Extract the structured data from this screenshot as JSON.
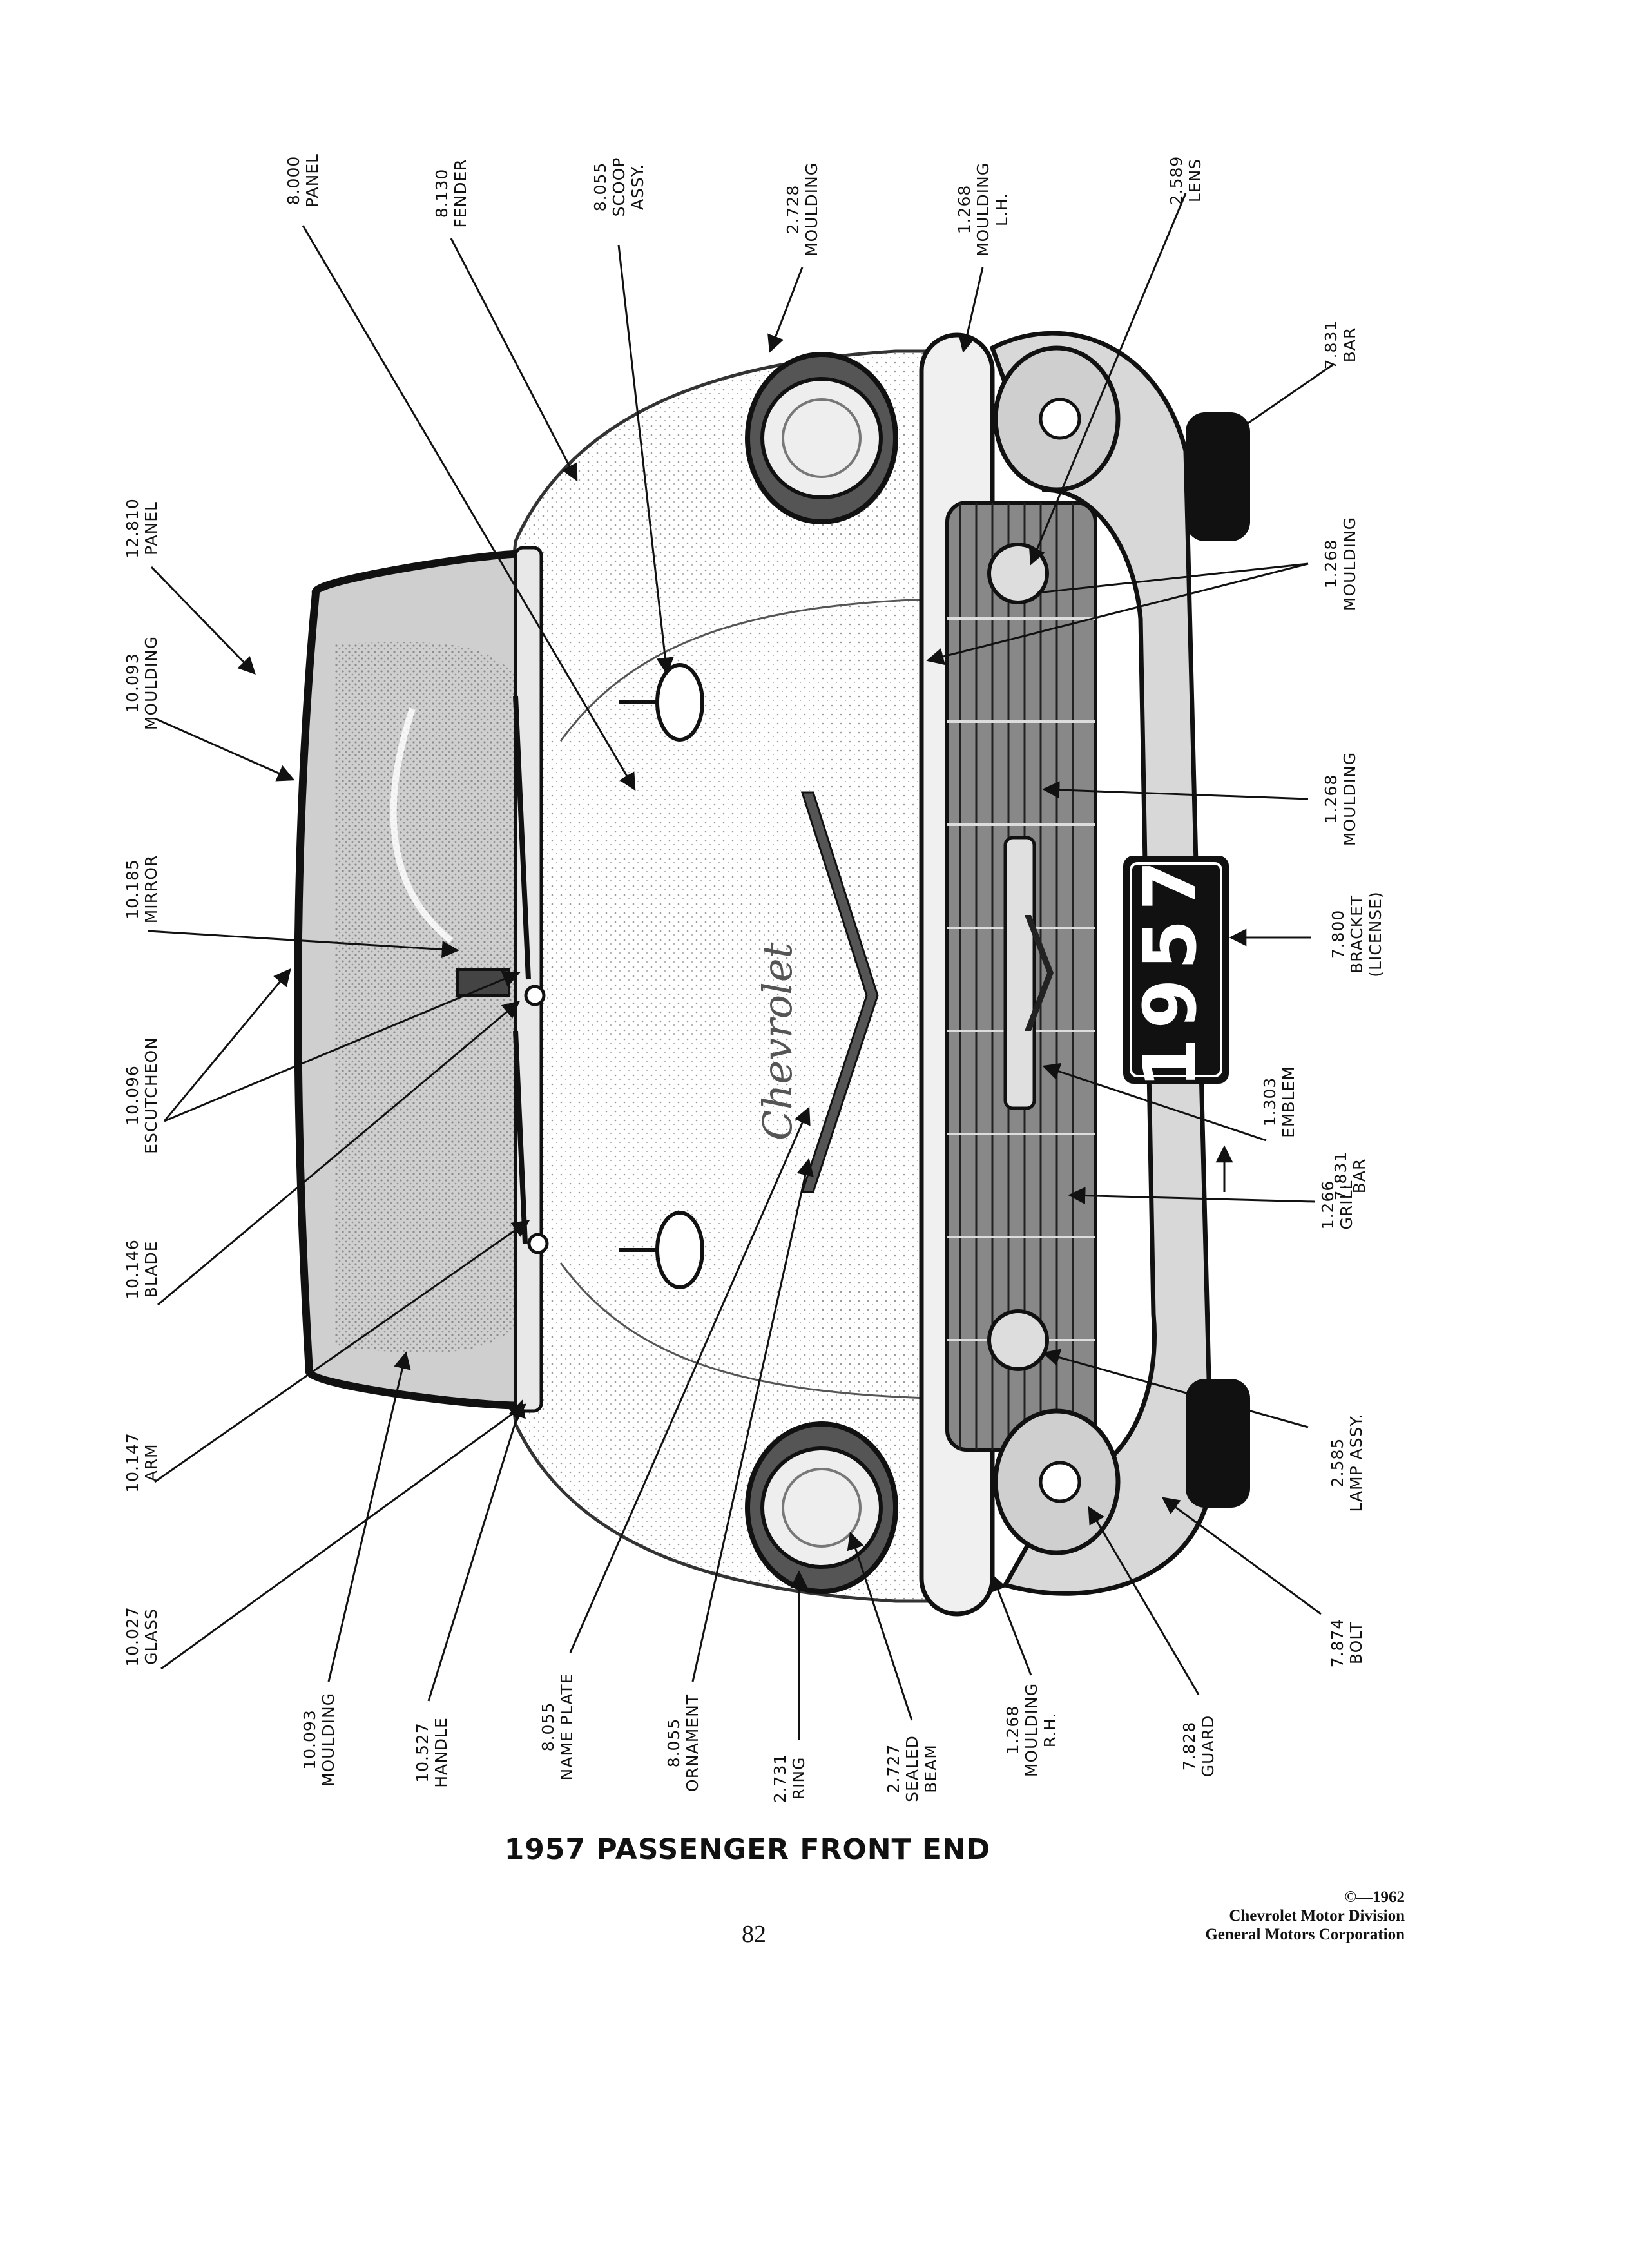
{
  "title": "1957 PASSENGER FRONT END",
  "page_number": "82",
  "copyright": [
    "©—1962",
    "Chevrolet Motor Division",
    "General Motors Corporation"
  ],
  "license_plate": "1957",
  "script_badge": "Chevrolet",
  "parts": [
    {
      "id": "panel-8000",
      "number": "8.000",
      "name": [
        "PANEL"
      ]
    },
    {
      "id": "fender-8130",
      "number": "8.130",
      "name": [
        "FENDER"
      ]
    },
    {
      "id": "scoop-8055",
      "number": "8.055",
      "name": [
        "SCOOP",
        "ASSY."
      ]
    },
    {
      "id": "moulding-2728",
      "number": "2.728",
      "name": [
        "MOULDING"
      ]
    },
    {
      "id": "moulding-lh-1268",
      "number": "1.268",
      "name": [
        "MOULDING",
        "L.H."
      ]
    },
    {
      "id": "lens-2589",
      "number": "2.589",
      "name": [
        "LENS"
      ]
    },
    {
      "id": "panel-12810",
      "number": "12.810",
      "name": [
        "PANEL"
      ]
    },
    {
      "id": "bar-7831-upper",
      "number": "7.831",
      "name": [
        "BAR"
      ]
    },
    {
      "id": "moulding-10093-upper",
      "number": "10.093",
      "name": [
        "MOULDING"
      ]
    },
    {
      "id": "moulding-1268-upper",
      "number": "1.268",
      "name": [
        "MOULDING"
      ]
    },
    {
      "id": "mirror-10185",
      "number": "10.185",
      "name": [
        "MIRROR"
      ]
    },
    {
      "id": "moulding-1268-center",
      "number": "1.268",
      "name": [
        "MOULDING"
      ]
    },
    {
      "id": "escutcheon-10096",
      "number": "10.096",
      "name": [
        "ESCUTCHEON"
      ]
    },
    {
      "id": "bracket-7800",
      "number": "7.800",
      "name": [
        "BRACKET",
        "(LICENSE)"
      ]
    },
    {
      "id": "emblem-1303",
      "number": "1.303",
      "name": [
        "EMBLEM"
      ]
    },
    {
      "id": "bar-7831-lower",
      "number": "7.831",
      "name": [
        "BAR"
      ]
    },
    {
      "id": "blade-10146",
      "number": "10.146",
      "name": [
        "BLADE"
      ]
    },
    {
      "id": "grill-1266",
      "number": "1.266",
      "name": [
        "GRILL"
      ]
    },
    {
      "id": "arm-10147",
      "number": "10.147",
      "name": [
        "ARM"
      ]
    },
    {
      "id": "lamp-2585",
      "number": "2.585",
      "name": [
        "LAMP ASSY."
      ]
    },
    {
      "id": "glass-10027",
      "number": "10.027",
      "name": [
        "GLASS"
      ]
    },
    {
      "id": "bolt-7874",
      "number": "7.874",
      "name": [
        "BOLT"
      ]
    },
    {
      "id": "moulding-10093-lower",
      "number": "10.093",
      "name": [
        "MOULDING"
      ]
    },
    {
      "id": "handle-10527",
      "number": "10.527",
      "name": [
        "HANDLE"
      ]
    },
    {
      "id": "nameplate-8055",
      "number": "8.055",
      "name": [
        "NAME PLATE"
      ]
    },
    {
      "id": "ornament-8055",
      "number": "8.055",
      "name": [
        "ORNAMENT"
      ]
    },
    {
      "id": "ring-2731",
      "number": "2.731",
      "name": [
        "RING"
      ]
    },
    {
      "id": "sealedbeam-2727",
      "number": "2.727",
      "name": [
        "SEALED",
        "BEAM"
      ]
    },
    {
      "id": "moulding-rh-1268",
      "number": "1.268",
      "name": [
        "MOULDING",
        "R.H."
      ]
    },
    {
      "id": "guard-7828",
      "number": "7.828",
      "name": [
        "GUARD"
      ]
    }
  ]
}
